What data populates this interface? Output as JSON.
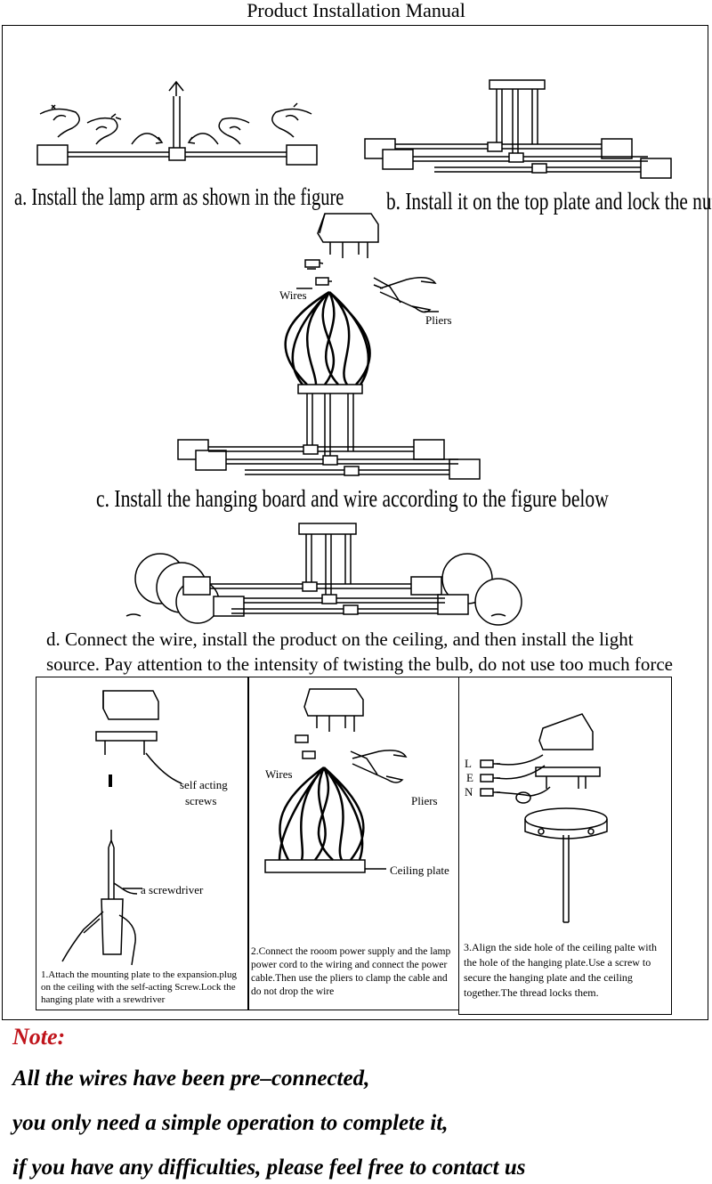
{
  "title": "Product Installation Manual",
  "steps": {
    "a": "a. Install the lamp arm as shown in the figure",
    "b": "b. Install it on the top plate and lock the nut",
    "c": "c. Install the hanging board and wire according to the figure below",
    "d_line1": "d. Connect the wire, install the product on the ceiling, and then install the light",
    "d_line2": "source. Pay attention to the intensity of twisting the bulb, do not use too much force"
  },
  "labels": {
    "wires": "Wires",
    "pliers": "Pliers",
    "self_acting_screws_1": "self acting",
    "self_acting_screws_2": "screws",
    "screwdriver": "a screwdriver",
    "ceiling_plate": "Ceiling plate",
    "l": "L",
    "e": "E",
    "n": "N"
  },
  "panels": {
    "p1": "1.Attach the mounting plate to the expansion.plug on the ceiling with the self-acting Screw.Lock the hanging plate with a srewdriver",
    "p2": "2.Connect the rooom power supply and the lamp power cord to the wiring and connect the power cable.Then use the pliers to clamp the cable and do not drop the wire",
    "p3": "3.Align the side hole of the ceiling palte with the hole of the hanging plate.Use a screw to secure the hanging plate and the ceiling together.The thread locks them."
  },
  "note": {
    "title": "Note:",
    "line1": "All the wires have been pre–connected,",
    "line2": "you only need a simple operation to complete it,",
    "line3": "if you have any difficulties, please feel free to contact us"
  },
  "colors": {
    "note_title": "#c0141b",
    "ink": "#000000"
  }
}
